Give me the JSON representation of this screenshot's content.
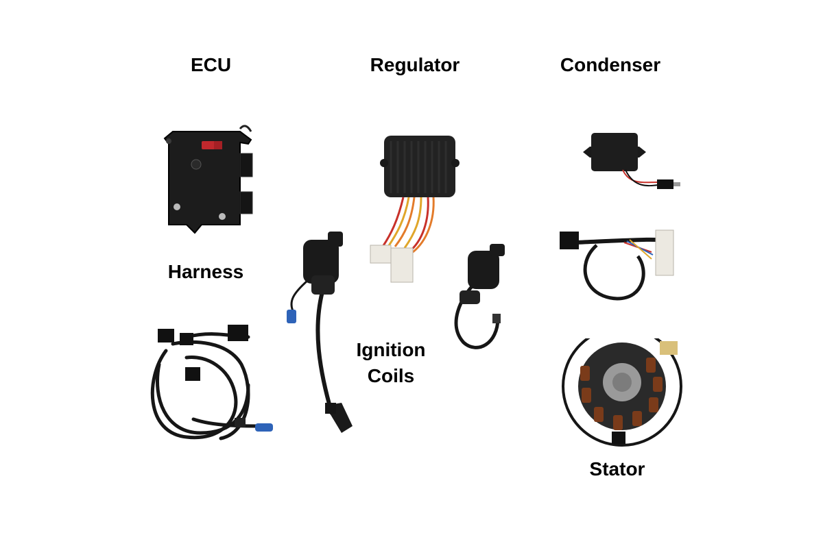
{
  "labels": {
    "ecu": "ECU",
    "regulator": "Regulator",
    "condenser": "Condenser",
    "harness": "Harness",
    "ignition_line1": "Ignition",
    "ignition_line2": "Coils",
    "stator": "Stator"
  },
  "colors": {
    "background": "#ffffff",
    "part_body": "#1c1c1c",
    "part_edge": "#000000",
    "fuse_red": "#c0282d",
    "wire_red": "#c8312a",
    "wire_yellow": "#e0a62a",
    "wire_orange": "#e37b2a",
    "connector_white": "#ece9e1",
    "connector_blue": "#2e63b8",
    "copper": "#7a3b1a",
    "silver": "#9a9a9a"
  }
}
